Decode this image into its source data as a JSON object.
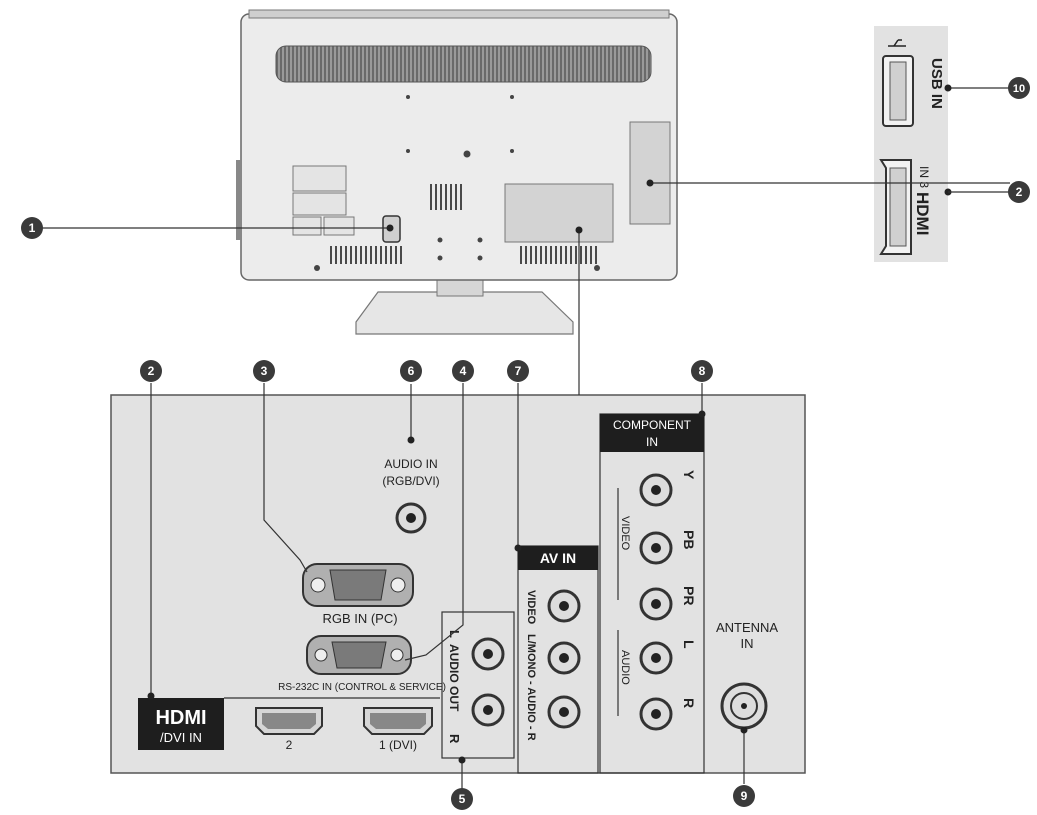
{
  "callouts": [
    {
      "id": "c1",
      "num": "1"
    },
    {
      "id": "c2a",
      "num": "2"
    },
    {
      "id": "c2b",
      "num": "2"
    },
    {
      "id": "c3",
      "num": "3"
    },
    {
      "id": "c4",
      "num": "4"
    },
    {
      "id": "c5",
      "num": "5"
    },
    {
      "id": "c6",
      "num": "6"
    },
    {
      "id": "c7",
      "num": "7"
    },
    {
      "id": "c8",
      "num": "8"
    },
    {
      "id": "c9",
      "num": "9"
    },
    {
      "id": "c10",
      "num": "10"
    }
  ],
  "side_panel": {
    "usb_label": "USB IN",
    "hdmi_logo": "HDMI",
    "hdmi_in": "IN 3"
  },
  "back_panel": {
    "audio_in": "AUDIO IN",
    "audio_in_sub": "(RGB/DVI)",
    "rgb_in": "RGB IN (PC)",
    "rs232c": "RS-232C IN (CONTROL & SERVICE)",
    "hdmi_logo": "HDMI",
    "hdmi_dvi_in": "/DVI IN",
    "hdmi_port_2": "2",
    "hdmi_port_1": "1 (DVI)",
    "audio_out": "AUDIO OUT",
    "audio_out_l": "L",
    "audio_out_r": "R",
    "av_in": "AV IN",
    "av_video": "VIDEO",
    "av_audio": "L/MONO - AUDIO - R",
    "component_in_1": "COMPONENT",
    "component_in_2": "IN",
    "comp_y": "Y",
    "comp_pb": "PB",
    "comp_pr": "PR",
    "comp_l": "L",
    "comp_r": "R",
    "comp_video": "VIDEO",
    "comp_audio": "AUDIO",
    "antenna_1": "ANTENNA",
    "antenna_2": "IN"
  },
  "colors": {
    "tv_body": "#ebebeb",
    "panel_bg": "#e2e2e2",
    "dark": "#1e1e1e",
    "callout": "#3a3a3a"
  }
}
